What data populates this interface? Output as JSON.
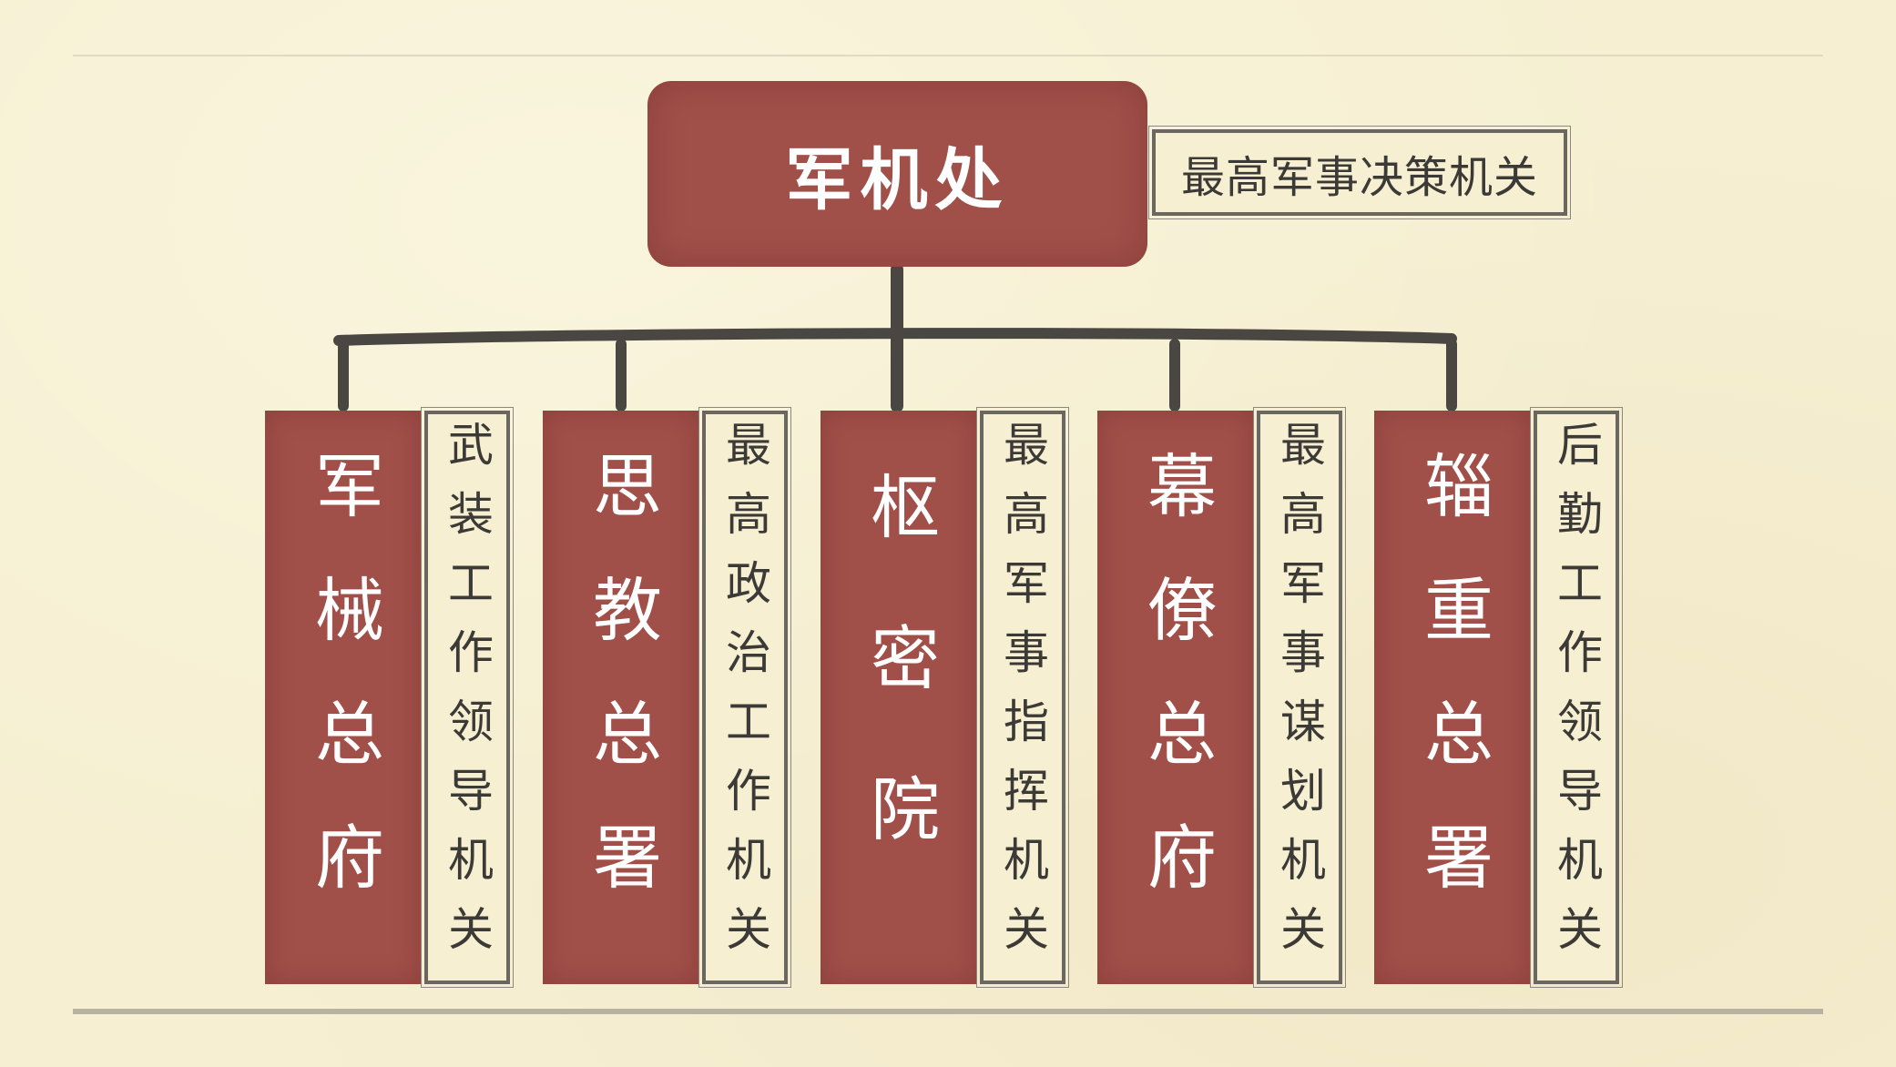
{
  "top": {
    "title": "军机处",
    "note": "最高军事决策机关"
  },
  "nodes": [
    {
      "name": "军械总府",
      "desc": "武装工作领导机关"
    },
    {
      "name": "思教总署",
      "desc": "最高政治工作机关"
    },
    {
      "name": "枢密院",
      "desc": "最高军事指挥机关"
    },
    {
      "name": "幕僚总府",
      "desc": "最高军事谋划机关"
    },
    {
      "name": "辎重总署",
      "desc": "后勤工作领导机关"
    }
  ],
  "colors": {
    "background": "#f6efd2",
    "node_fill": "#a14f49",
    "ink": "#4a4743"
  }
}
